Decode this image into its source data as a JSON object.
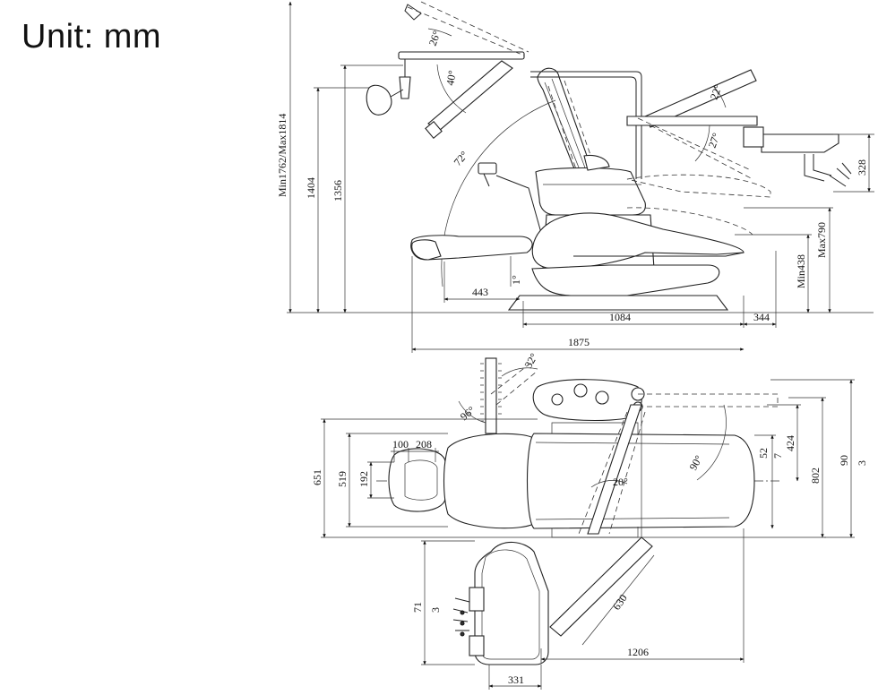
{
  "title": "Unit: mm",
  "side_view": {
    "total_height": "Min1762/Max1814",
    "light_height": "1404",
    "arm_height": "1356",
    "chair_height": "Max790",
    "chair_min": "Min438",
    "angle_light_up": "26°",
    "angle_light_down": "40°",
    "angle_backrest": "72°",
    "angle_tray_up": "22°",
    "angle_tray_down": "27°",
    "angle_seat": "1°",
    "tray_drop": "328",
    "footrest": "443",
    "base_length": "1084",
    "tray_offset": "344",
    "overall_length": "1875"
  },
  "top_view": {
    "headrest_a": "100",
    "headrest_b": "208",
    "headrest_width": "192",
    "seat_width": "519",
    "overall_width": "651",
    "angle_arm": "32°",
    "angle_spittoon": "96°",
    "angle_swing": "90°",
    "angle_small": "20°",
    "dim_527": "52",
    "dim_527b": "7",
    "dim_424": "424",
    "dim_802": "802",
    "dim_903a": "90",
    "dim_903b": "3",
    "dim_713a": "71",
    "dim_713b": "3",
    "arm_length": "630",
    "cart_offset": "1206",
    "cart_width": "331"
  }
}
